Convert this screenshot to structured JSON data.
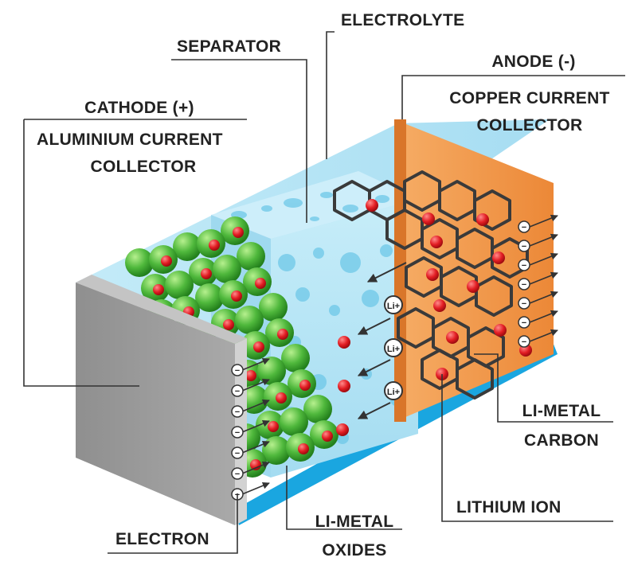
{
  "labels": {
    "electrolyte": "ELECTROLYTE",
    "separator": "SEPARATOR",
    "anode": "ANODE (-)",
    "copper_1": "COPPER CURRENT",
    "copper_2": "COLLECTOR",
    "cathode": "CATHODE (+)",
    "aluminium_1": "ALUMINIUM CURRENT",
    "aluminium_2": "COLLECTOR",
    "li_metal_carbon_1": "LI-METAL",
    "li_metal_carbon_2": "CARBON",
    "lithium_ion": "LITHIUM ION",
    "electron": "ELECTRON",
    "li_metal_oxides_1": "LI-METAL",
    "li_metal_oxides_2": "OXIDES"
  },
  "ion_badge": "Li+",
  "electron_symbol": "−",
  "colors": {
    "cathode_collector": "#9b9b9b",
    "anode_collector": "#f29a4e",
    "electrolyte": "#a9dff2",
    "separator": "#b9e6f5",
    "electrolyte_bottom": "#1aa6e0",
    "cathode_particle": "#5cc24a",
    "lithium_ion": "#e8242a",
    "carbon_lattice": "#3a3a3a"
  }
}
